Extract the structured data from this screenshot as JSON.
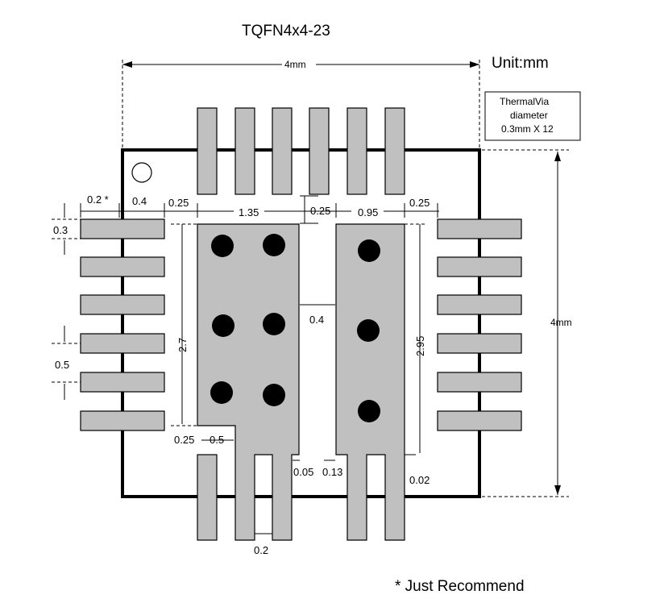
{
  "title": "TQFN4x4-23",
  "unit": "Unit:mm",
  "note": {
    "line1": "ThermalVia",
    "line2": "diameter",
    "line3": "0.3mm X 12"
  },
  "footnote": "*  Just Recommend",
  "dimensions": {
    "width_total": "4mm",
    "height_total": "4mm",
    "pad_len": "0.2 *",
    "pad_inner": "0.4",
    "gap_left": "0.25",
    "left_pad_width": "1.35",
    "gap_top": "0.25",
    "right_pad_width": "0.95",
    "gap_right": "0.25",
    "pad_width": "0.3",
    "pitch": "0.5",
    "left_pad_height": "2.7",
    "center_gap": "0.4",
    "right_pad_height": "2.95",
    "notch_h": "0.25",
    "notch_w": "0.5",
    "off1": "0.05",
    "off2": "0.13",
    "off3": "0.02",
    "bottom_gap": "0.2"
  }
}
